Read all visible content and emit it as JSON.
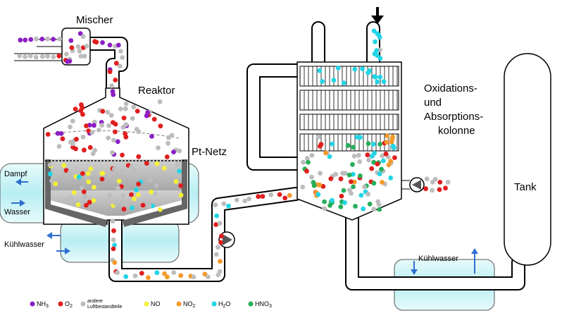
{
  "labels": {
    "mixer": "Mischer",
    "reactor": "Reaktor",
    "ptnet": "Pt-Netz",
    "steam": "Dampf",
    "water": "Wasser",
    "coolant_left": "Kühlwasser",
    "column_line1": "Oxidations-",
    "column_line2": "und",
    "column_line3": "Absorptions-",
    "column_line4": "kolonne",
    "tank": "Tank",
    "coolant_right": "Kühlwasser"
  },
  "legend": [
    {
      "label": "NH",
      "sub": "3",
      "color": "#8b1fc4"
    },
    {
      "label": "O",
      "sub": "2",
      "color": "#e01e1e"
    },
    {
      "label": "andere",
      "label2": "Luftbestandteile",
      "color": "#bdbdbd"
    },
    {
      "label": "NO",
      "sub": "",
      "color": "#f4f03a"
    },
    {
      "label": "NO",
      "sub": "2",
      "color": "#f39a2b"
    },
    {
      "label": "H",
      "sub": "2",
      "label_tail": "O",
      "color": "#22d5e6"
    },
    {
      "label": "HNO",
      "sub": "3",
      "color": "#27ae5a"
    }
  ],
  "colors": {
    "purple": "#8b1fc4",
    "red": "#e01e1e",
    "grey": "#bdbdbd",
    "yellow": "#f4f03a",
    "orange": "#f39a2b",
    "cyan": "#22d5e6",
    "green": "#27ae5a",
    "cooling": "#c8f2f5",
    "arrow": "#2f6fd1"
  },
  "icons": [
    "feed-arrow-icon",
    "pump-icon"
  ]
}
